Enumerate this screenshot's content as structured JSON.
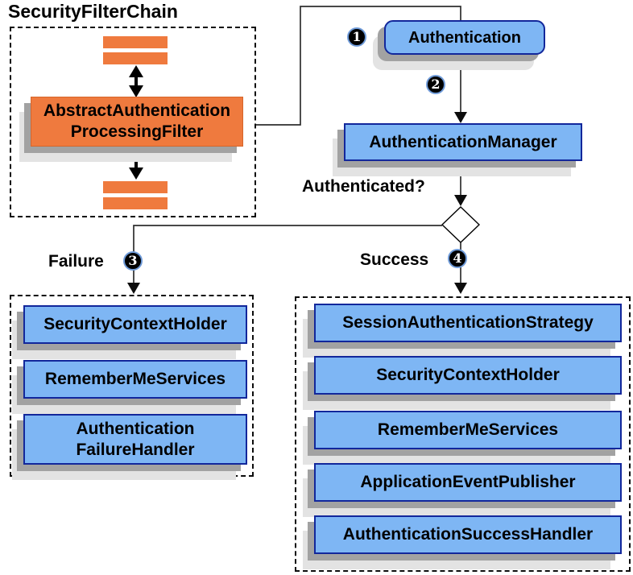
{
  "title": {
    "text": "SecurityFilterChain"
  },
  "filter_chain": {
    "box_lines": [
      "AbstractAuthentication",
      "ProcessingFilter"
    ]
  },
  "flow": {
    "steps": [
      "1",
      "2",
      "3",
      "4"
    ],
    "authentication_label": "Authentication",
    "authentication_manager_label": "AuthenticationManager",
    "authenticated_question": "Authenticated?",
    "failure_label": "Failure",
    "success_label": "Success"
  },
  "failure_box": {
    "items": [
      "SecurityContextHolder",
      "RememberMeServices",
      [
        "Authentication",
        "FailureHandler"
      ]
    ]
  },
  "success_box": {
    "items": [
      "SessionAuthenticationStrategy",
      "SecurityContextHolder",
      "RememberMeServices",
      "ApplicationEventPublisher",
      "AuthenticationSuccessHandler"
    ]
  },
  "colors": {
    "orange": "#ef7a3e",
    "blue_fill": "#7eb6f4",
    "blue_border": "#12279b",
    "shadow_dark": "#a2a2a2",
    "shadow_light": "#e3e3e3"
  }
}
